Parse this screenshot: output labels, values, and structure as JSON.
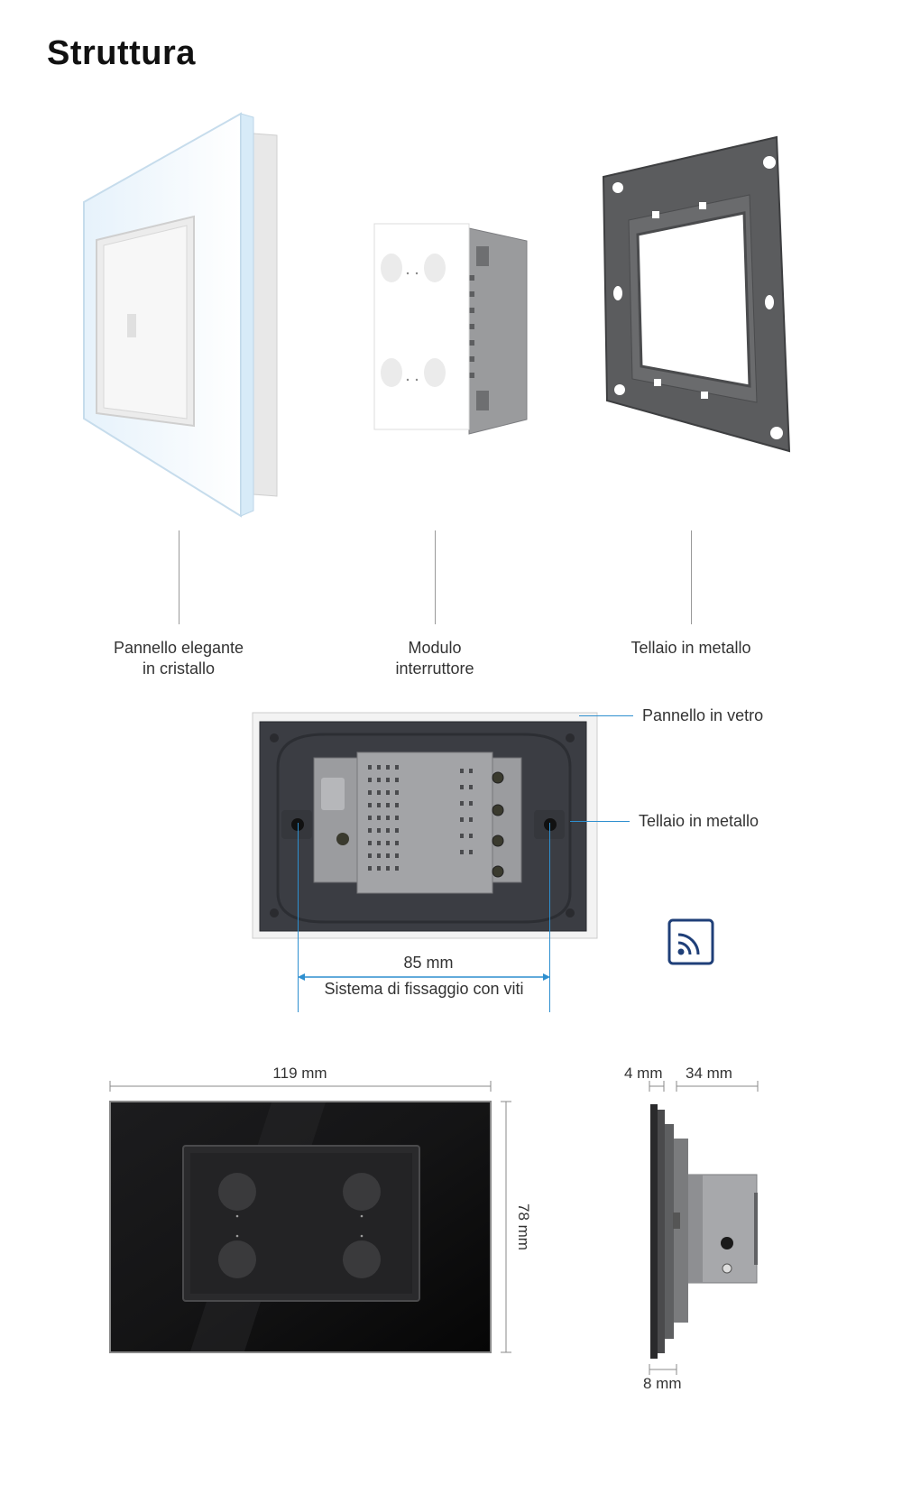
{
  "title": "Struttura",
  "components": [
    {
      "line1": "Pannello elegante",
      "line2": "in cristallo"
    },
    {
      "line1": "Modulo",
      "line2": "interruttore"
    },
    {
      "line1": "Tellaio in metallo",
      "line2": ""
    }
  ],
  "back_view": {
    "glass_panel_label": "Pannello in vetro",
    "metal_frame_label": "Tellaio in metallo",
    "screw_distance": "85 mm",
    "screw_system_label": "Sistema di fissaggio con viti",
    "remote_icon": "rf-remote-icon"
  },
  "dimensions": {
    "width": "119 mm",
    "height": "78 mm",
    "glass_thickness": "4 mm",
    "module_depth": "34 mm",
    "frame_thickness": "8 mm"
  }
}
